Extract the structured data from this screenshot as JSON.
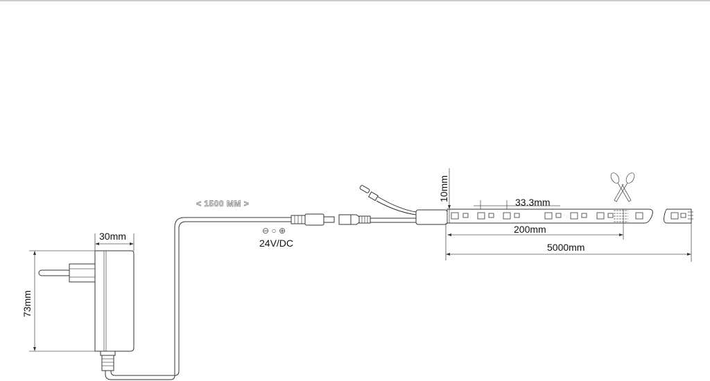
{
  "dimensions": {
    "adapter_width": "30mm",
    "adapter_height": "73mm",
    "cable_length": "< 1500 MM >",
    "strip_height": "10mm",
    "led_pitch": "33.3mm",
    "cut_unit": "200mm",
    "strip_length": "5000mm"
  },
  "power": {
    "polarity": "⊖ ○ ⊕",
    "voltage": "24V/DC"
  },
  "icons": [
    "scissors-icon",
    "power-adapter",
    "dc-connector",
    "led-strip"
  ],
  "colors": {
    "line": "#333333",
    "background": "#ffffff"
  }
}
